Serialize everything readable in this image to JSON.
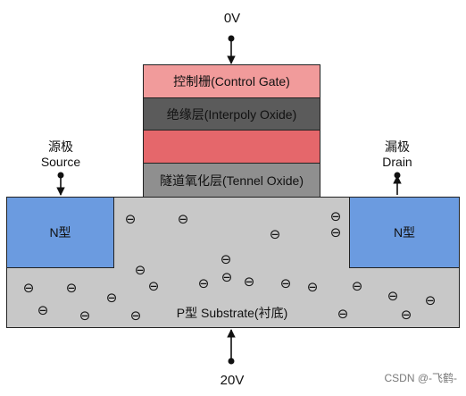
{
  "colors": {
    "substrate": "#c8c8c8",
    "n_region": "#6b9be0",
    "control_gate": "#f19b9b",
    "interpoly_oxide": "#5b5b5b",
    "floating_gate": "#e5676b",
    "tunnel_oxide": "#8f8f8f",
    "outline": "#222222"
  },
  "terminals": {
    "gate_voltage": "0V",
    "substrate_voltage": "20V",
    "source_cn": "源极",
    "source_en": "Source",
    "drain_cn": "漏极",
    "drain_en": "Drain"
  },
  "layers": {
    "control_gate": "控制栅(Control Gate)",
    "interpoly_oxide": "绝缘层(Interpoly Oxide)",
    "floating_gate": "",
    "tunnel_oxide": "隧道氧化层(Tennel Oxide)"
  },
  "regions": {
    "n_left": "N型",
    "n_right": "N型",
    "substrate": "P型 Substrate(衬底)"
  },
  "electron_symbol": "⊖",
  "watermark": "CSDN @-飞鹤-"
}
